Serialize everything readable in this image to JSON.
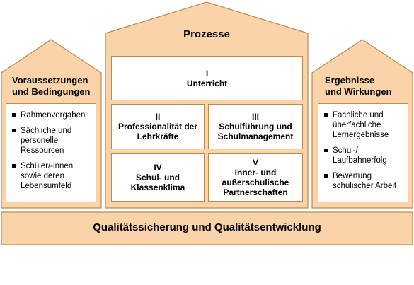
{
  "left": {
    "heading_line1": "Voraussetzungen",
    "heading_line2": "und Bedingungen",
    "items": [
      [
        "Rahmenvorgaben"
      ],
      [
        "Sächliche und",
        "personelle",
        "Ressourcen"
      ],
      [
        "Schüler/-innen",
        "sowie deren",
        "Lebensumfeld"
      ]
    ]
  },
  "center": {
    "title": "Prozesse",
    "boxes": {
      "unterricht": {
        "numeral": "I",
        "lines": [
          "Unterricht"
        ]
      },
      "professionalitaet": {
        "numeral": "II",
        "lines": [
          "Professionalität der",
          "Lehrkräfte"
        ]
      },
      "schulfuehrung": {
        "numeral": "III",
        "lines": [
          "Schulführung und",
          "Schulmanagement"
        ]
      },
      "klima": {
        "numeral": "IV",
        "lines": [
          "Schul- und",
          "Klassenklima"
        ]
      },
      "partnerschaften": {
        "numeral": "V",
        "lines": [
          "Inner- und",
          "außerschulische",
          "Partnerschaften"
        ]
      }
    }
  },
  "right": {
    "heading_line1": "Ergebnisse",
    "heading_line2": "und Wirkungen",
    "items": [
      [
        "Fachliche und",
        "überfachliche",
        "Lernergebnisse"
      ],
      [
        "Schul-/",
        "Laufbahnerfolg"
      ],
      [
        "Bewertung",
        "schulischer Arbeit"
      ]
    ]
  },
  "foundation": {
    "label": "Qualitätssicherung und Qualitätsentwicklung"
  },
  "colors": {
    "fill": "#fbd3a8",
    "border": "#b98a52",
    "box": "#ffffff"
  }
}
